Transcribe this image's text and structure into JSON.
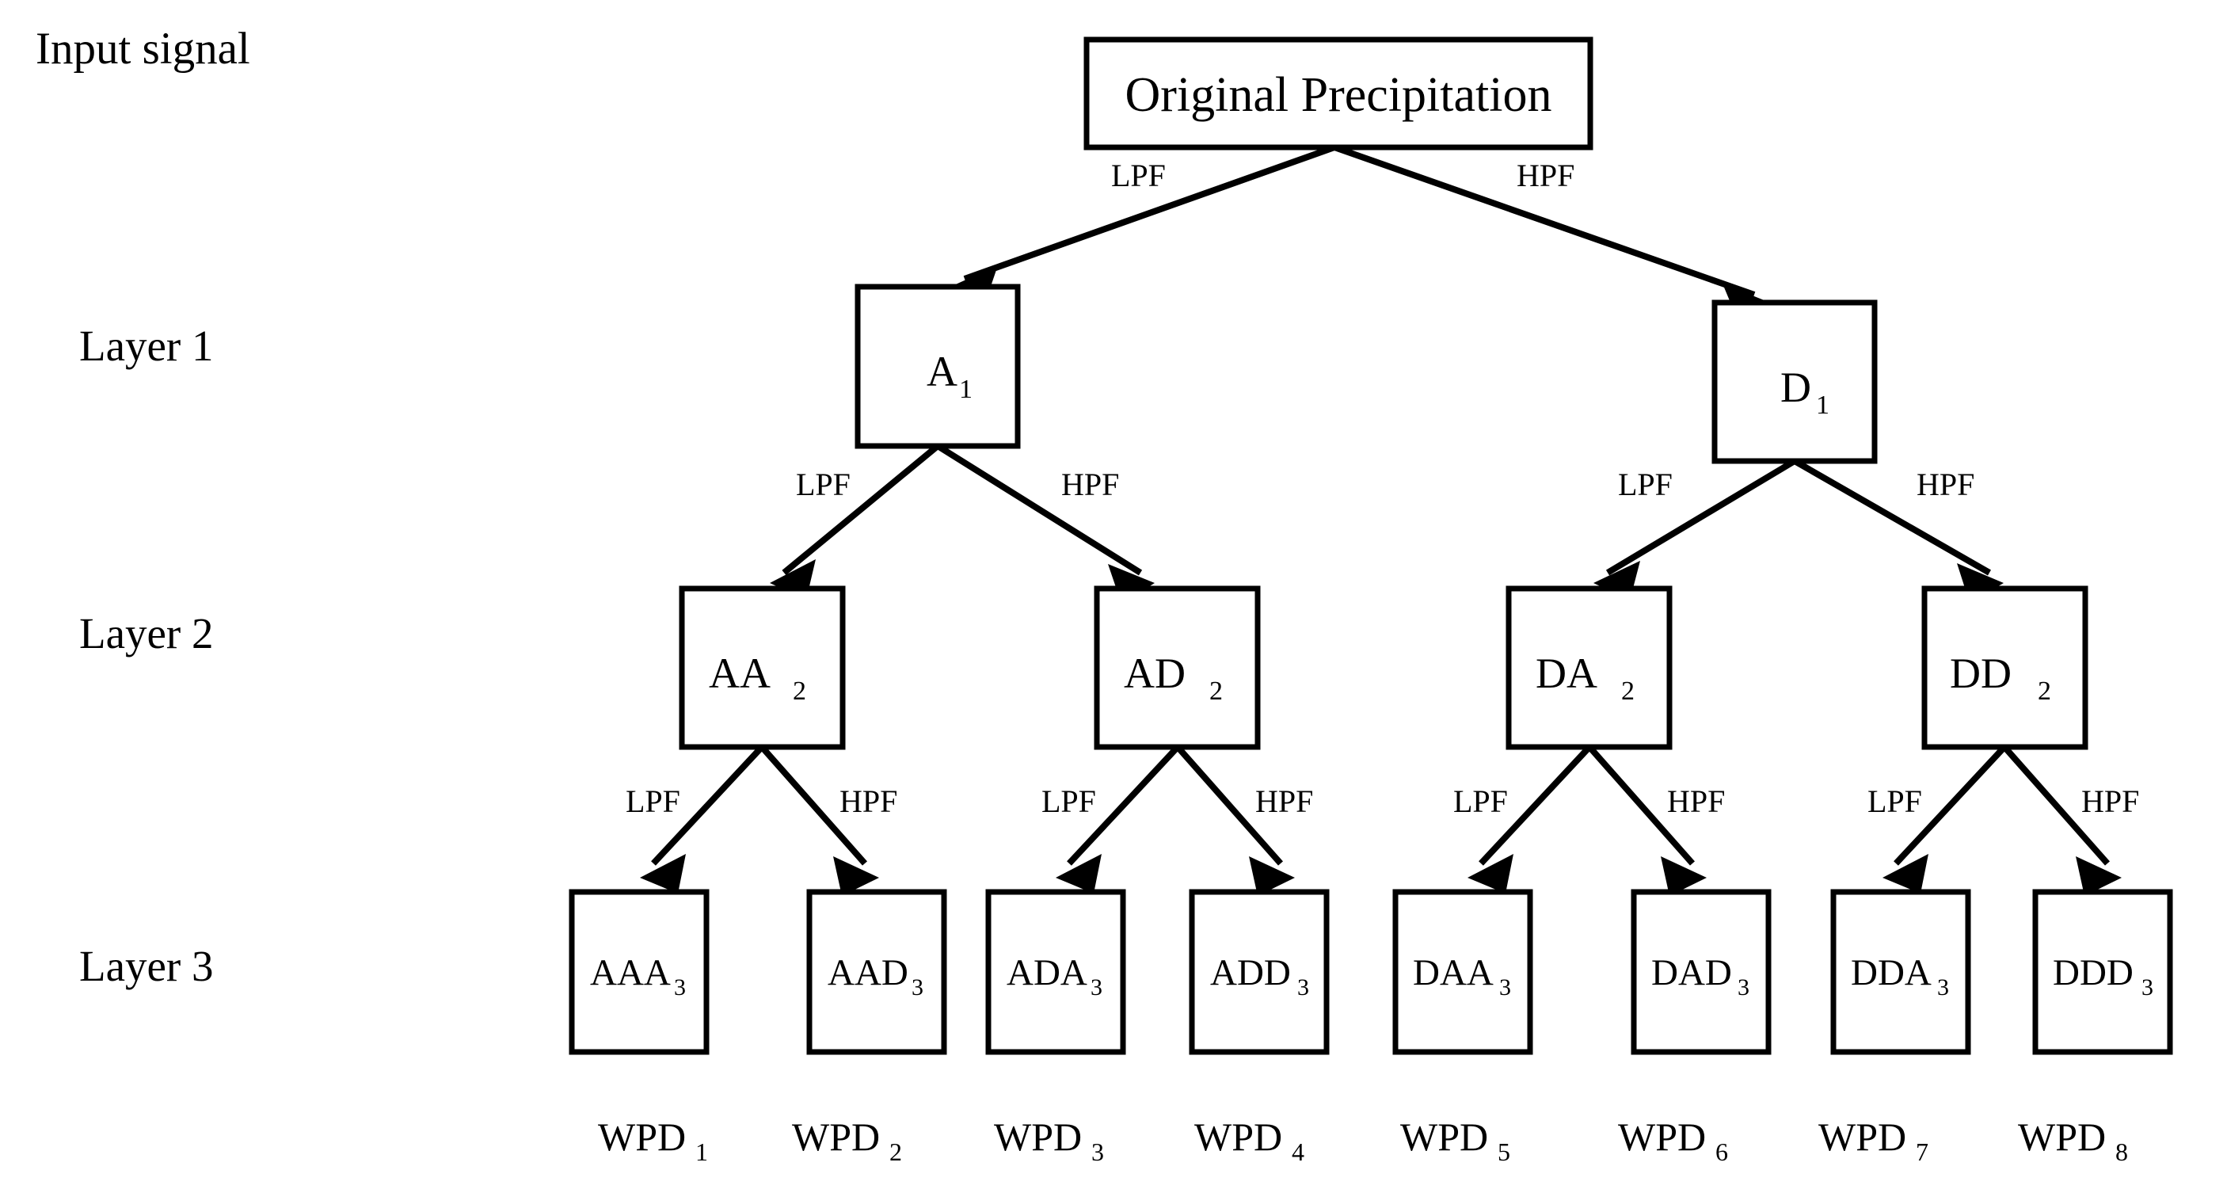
{
  "diagram": {
    "title_label": "Input signal",
    "layer_labels": [
      {
        "id": "layer-1",
        "text": "Layer 1"
      },
      {
        "id": "layer-2",
        "text": "Layer 2"
      },
      {
        "id": "layer-3",
        "text": "Layer 3"
      }
    ],
    "root_node": {
      "label": "Original Precipitation"
    },
    "layer1_nodes": [
      {
        "base": "A",
        "sub": "1"
      },
      {
        "base": "D",
        "sub": "1"
      }
    ],
    "layer2_nodes": [
      {
        "base": "AA",
        "sub": "2"
      },
      {
        "base": "AD",
        "sub": "2"
      },
      {
        "base": "DA",
        "sub": "2"
      },
      {
        "base": "DD",
        "sub": "2"
      }
    ],
    "layer3_nodes": [
      {
        "base": "AAA",
        "sub": "3"
      },
      {
        "base": "AAD",
        "sub": "3"
      },
      {
        "base": "ADA",
        "sub": "3"
      },
      {
        "base": "ADD",
        "sub": "3"
      },
      {
        "base": "DAA",
        "sub": "3"
      },
      {
        "base": "DAD",
        "sub": "3"
      },
      {
        "base": "DDA",
        "sub": "3"
      },
      {
        "base": "DDD",
        "sub": "3"
      }
    ],
    "output_labels": [
      {
        "base": "WPD",
        "sub": "1"
      },
      {
        "base": "WPD",
        "sub": "2"
      },
      {
        "base": "WPD",
        "sub": "3"
      },
      {
        "base": "WPD",
        "sub": "4"
      },
      {
        "base": "WPD",
        "sub": "5"
      },
      {
        "base": "WPD",
        "sub": "6"
      },
      {
        "base": "WPD",
        "sub": "7"
      },
      {
        "base": "WPD",
        "sub": "8"
      }
    ],
    "filter_labels": {
      "low_pass": "LPF",
      "high_pass": "HPF"
    },
    "edge_filters_level1": [
      "LPF",
      "HPF"
    ],
    "edge_filters_level2": [
      "LPF",
      "HPF",
      "LPF",
      "HPF"
    ],
    "edge_filters_level3": [
      "LPF",
      "HPF",
      "LPF",
      "HPF",
      "LPF",
      "HPF",
      "LPF",
      "HPF"
    ],
    "colors": {
      "background": "#ffffff",
      "stroke": "#000000",
      "text": "#000000"
    }
  }
}
